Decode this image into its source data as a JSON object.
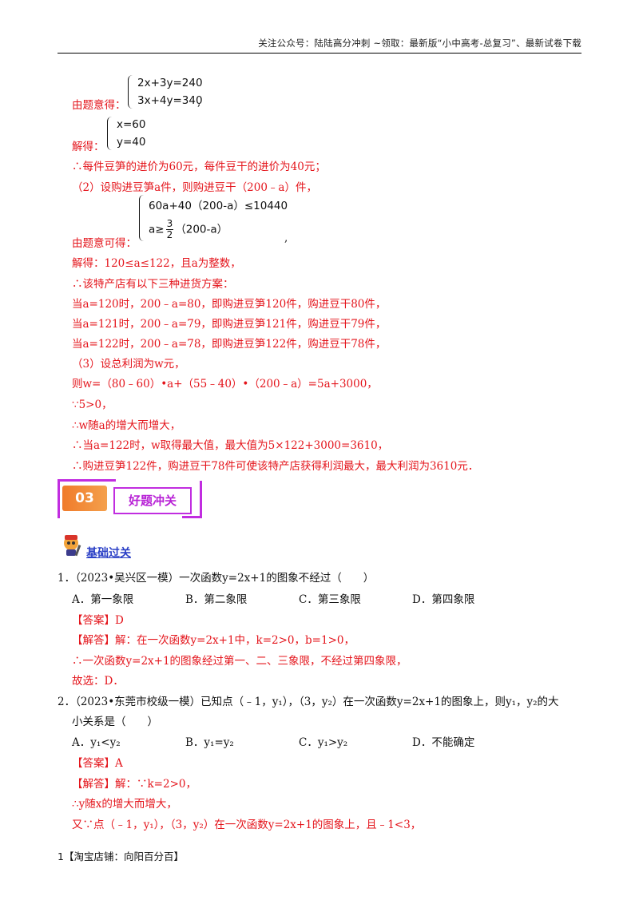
{
  "header": {
    "text": "关注公众号：陆陆高分冲刺  ~领取：最新版“小中高考-总复习”、最新试卷下载"
  },
  "sol": {
    "label1": "由题意得：",
    "eq1a": "2x+3y=240",
    "eq1b": "3x+4y=340",
    "label2": "解得：",
    "eq2a": "x=60",
    "eq2b": "y=40",
    "l3": "∴每件豆笋的进价为60元，每件豆干的进价为40元；",
    "l4": "（2）设购进豆笋a件，则购进豆干（200﹣a）件，",
    "label5": "由题意可得：",
    "eq5a": "60a+40（200-a）≤10440",
    "eq5b_pre": "a≥",
    "eq5b_num": "3",
    "eq5b_den": "2",
    "eq5b_post": "（200-a）",
    "l6": "解得：120≤a≤122，且a为整数，",
    "l7": "∴该特产店有以下三种进货方案：",
    "l8": "当a=120时，200﹣a=80，即购进豆笋120件，购进豆干80件，",
    "l9": "当a=121时，200﹣a=79，即购进豆笋121件，购进豆干79件，",
    "l10": "当a=122时，200﹣a=78，即购进豆笋122件，购进豆干78件，",
    "l11": "（3）设总利润为w元，",
    "l12": "则w=（80﹣60）•a+（55﹣40）•（200﹣a）=5a+3000，",
    "l13": "∵5>0，",
    "l14": "∴w随a的增大而增大，",
    "l15": "∴当a=122时，w取得最大值，最大值为5×122+3000=3610，",
    "l16": "∴购进豆笋122件，购进豆干78件可使该特产店获得利润最大，最大利润为3610元．"
  },
  "section": {
    "badge": "03",
    "title": "好题冲关",
    "sub": "基础过关"
  },
  "q1": {
    "stem": "1．（2023•吴兴区一模）一次函数y=2x+1的图象不经过（　　）",
    "opts": [
      "A．第一象限",
      "B．第二象限",
      "C．第三象限",
      "D．第四象限"
    ],
    "answer": "【答案】D",
    "a1": "【解答】解：在一次函数y=2x+1中，k=2>0，b=1>0，",
    "a2": "∴一次函数y=2x+1的图象经过第一、二、三象限，不经过第四象限，",
    "a3": "故选：D．"
  },
  "q2": {
    "stem1": "2．（2023•东莞市校级一模）已知点（﹣1，y₁），（3，y₂）在一次函数y=2x+1的图象上，则y₁，y₂的大",
    "stem2": "小关系是（　　）",
    "opts": [
      "A．y₁<y₂",
      "B．y₁=y₂",
      "C．y₁>y₂",
      "D．不能确定"
    ],
    "answer": "【答案】A",
    "a1": "【解答】解：∵k=2>0，",
    "a2": "∴y随x的增大而增大，",
    "a3": "又∵点（﹣1，y₁），（3，y₂）在一次函数y=2x+1的图象上，且﹣1<3，"
  },
  "footer": {
    "text": "1【淘宝店铺：向阳百分百】"
  }
}
